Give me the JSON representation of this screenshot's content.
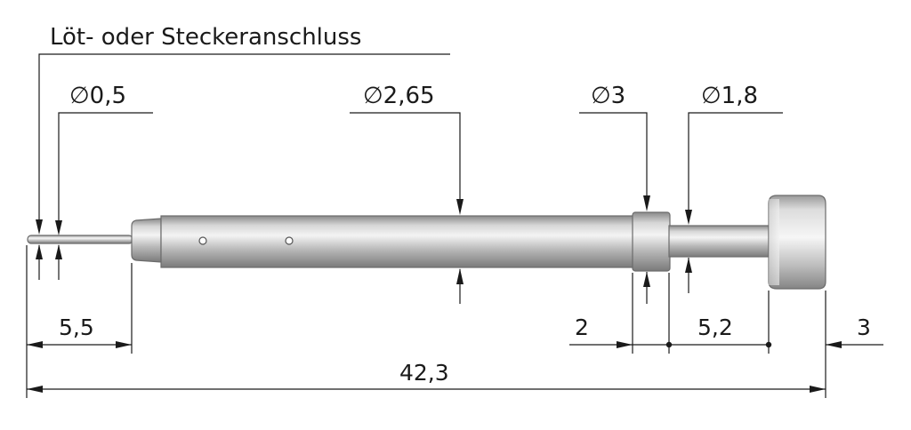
{
  "title": "Löt- oder Steckeranschluss",
  "diameter_symbol": "∅",
  "diameters": {
    "wire": "0,5",
    "barrel": "2,65",
    "collar": "3",
    "plunger": "1,8"
  },
  "lengths": {
    "wire": "5,5",
    "collar": "2",
    "plunger": "5,2",
    "head": "3",
    "total": "42,3"
  }
}
